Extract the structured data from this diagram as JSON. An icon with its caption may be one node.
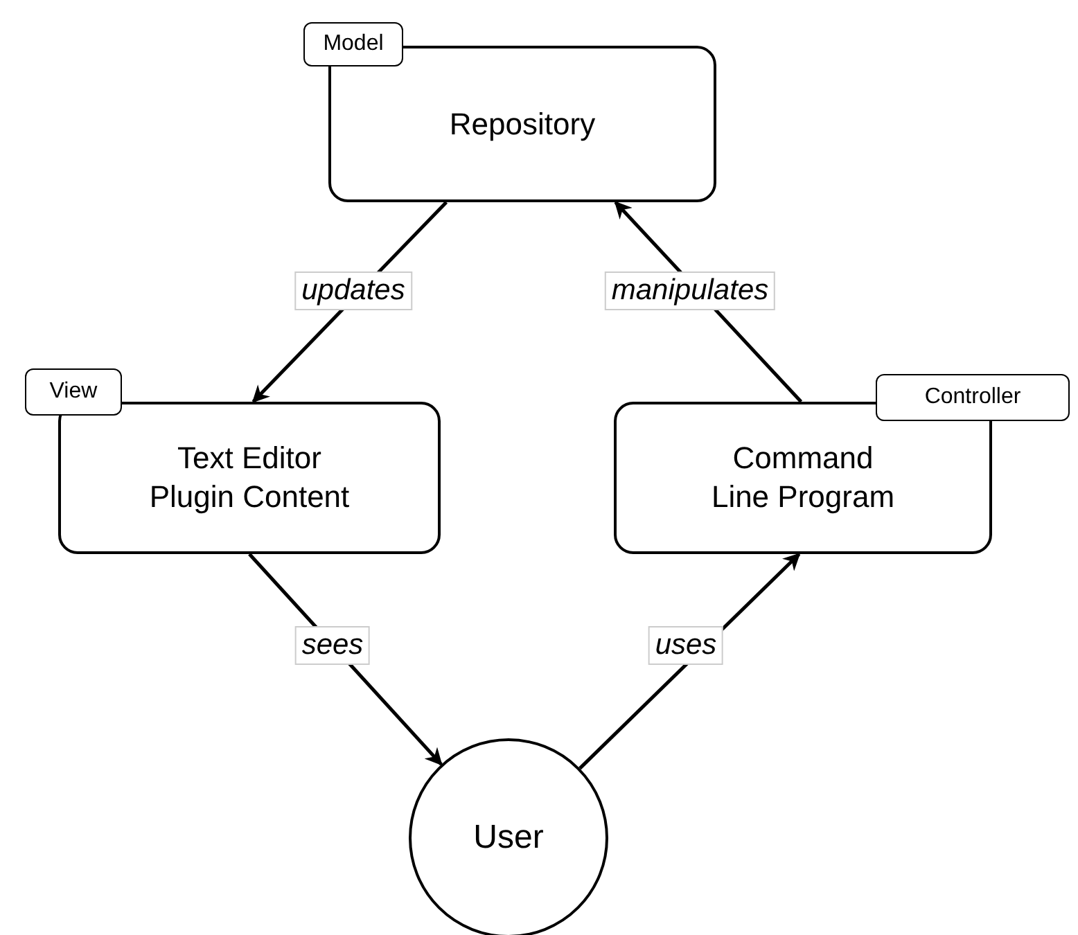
{
  "diagram": {
    "nodes": [
      {
        "text": [
          "Model"
        ]
      },
      {
        "text": [
          "Repository"
        ]
      },
      {
        "text": [
          "View"
        ]
      },
      {
        "text": [
          "Text Editor Plugin Content"
        ]
      },
      {
        "text": [
          "Controller"
        ]
      },
      {
        "text": [
          "Command Line Program"
        ]
      },
      {
        "text": [
          "User"
        ]
      }
    ],
    "edges": [
      {
        "from": 1,
        "to": 3,
        "arrow": "to",
        "label": "updates"
      },
      {
        "from": 5,
        "to": 1,
        "arrow": "to",
        "label": "manipulates"
      },
      {
        "from": 3,
        "to": 6,
        "arrow": "to",
        "label": "sees"
      },
      {
        "from": 6,
        "to": 5,
        "arrow": "to",
        "label": "uses"
      }
    ]
  }
}
